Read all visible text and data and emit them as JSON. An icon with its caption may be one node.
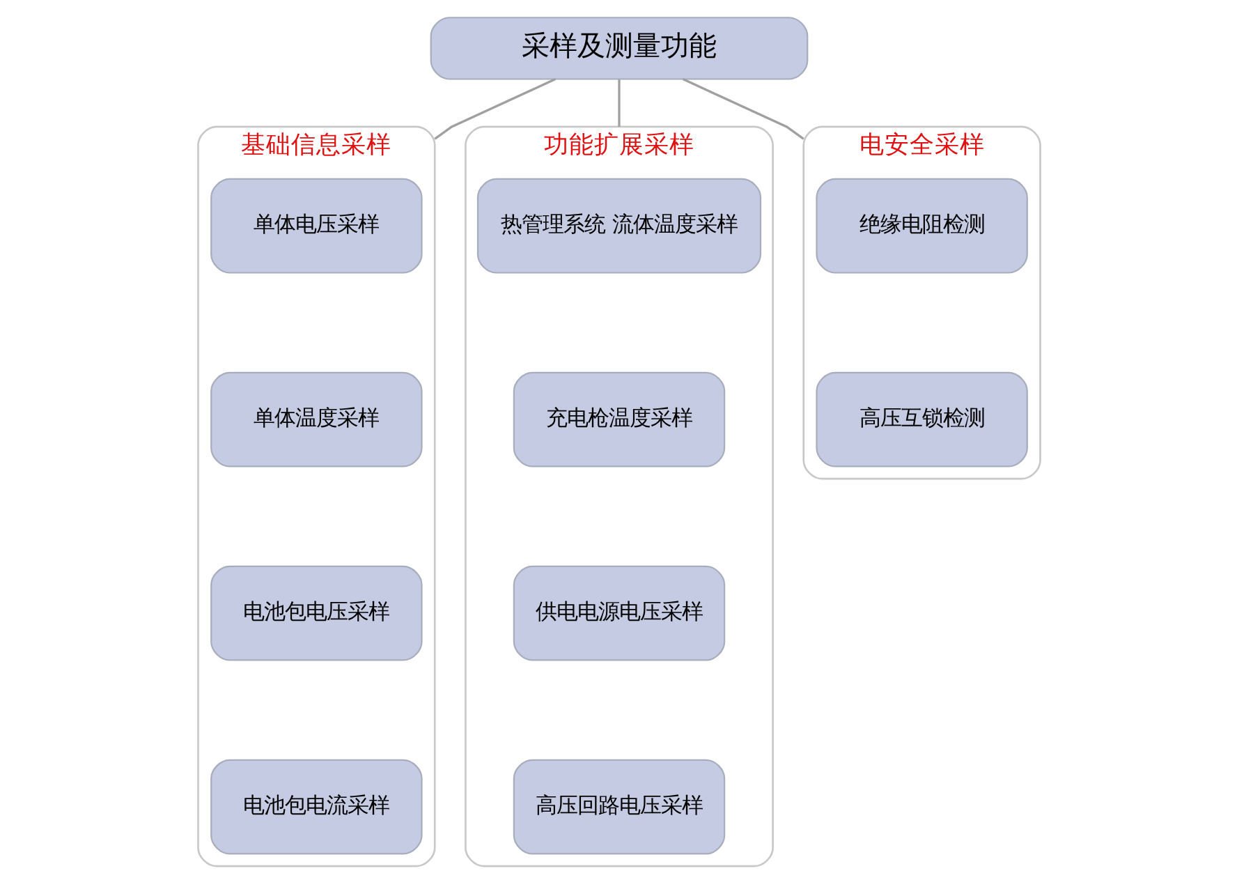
{
  "diagram": {
    "nodes": [
      {
        "text": [
          "采样及测量功能"
        ]
      },
      {
        "text": [
          "基础信息采样"
        ]
      },
      {
        "text": [
          "单体电压采样"
        ],
        "in": 1
      },
      {
        "text": [
          "单体温度采样"
        ],
        "in": 1
      },
      {
        "text": [
          "电池包电压采样"
        ],
        "in": 1
      },
      {
        "text": [
          "电池包电流采样"
        ],
        "in": 1
      },
      {
        "text": [
          "功能扩展采样"
        ]
      },
      {
        "text": [
          "热管理系统 流体温度采样"
        ],
        "in": 6
      },
      {
        "text": [
          "充电枪温度采样"
        ],
        "in": 6
      },
      {
        "text": [
          "供电电源电压采样"
        ],
        "in": 6
      },
      {
        "text": [
          "高压回路电压采样"
        ],
        "in": 6
      },
      {
        "text": [
          "电安全采样"
        ]
      },
      {
        "text": [
          "绝缘电阻检测"
        ],
        "in": 11
      },
      {
        "text": [
          "高压互锁检测"
        ],
        "in": 11
      }
    ],
    "edges": [
      {
        "from": 0,
        "to": 1,
        "arrow": "none"
      },
      {
        "from": 0,
        "to": 6,
        "arrow": "none"
      },
      {
        "from": 0,
        "to": 11,
        "arrow": "none"
      }
    ]
  }
}
